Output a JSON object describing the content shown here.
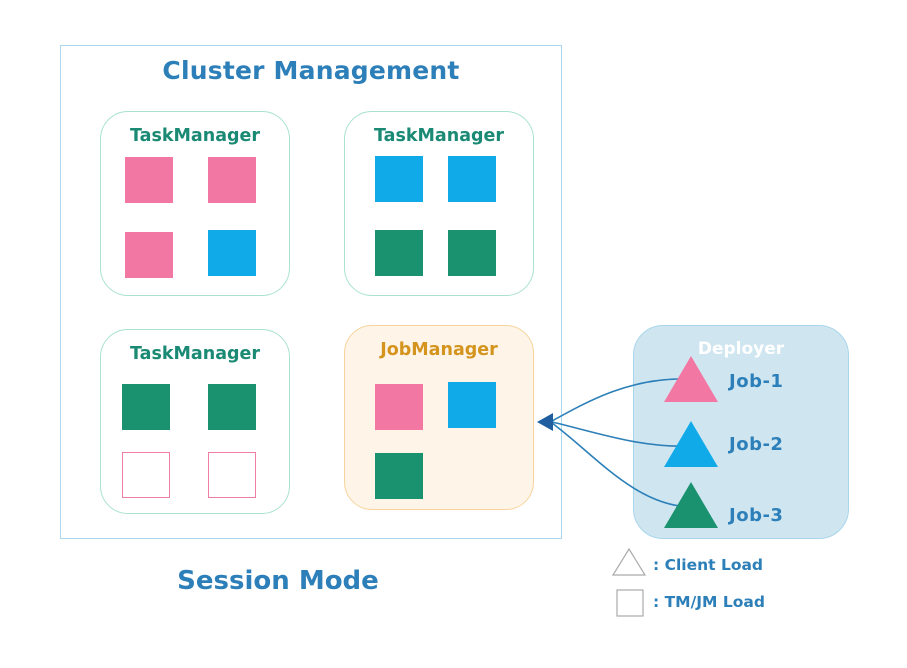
{
  "colors": {
    "pink": "#f277a3",
    "blue": "#11aae9",
    "green": "#1a9270",
    "empty_border": "#ee7ea6",
    "accent_text": "#2c7fb8",
    "taskmanager_text": "#1a8a74",
    "jobmanager_text": "#d4941e"
  },
  "cluster": {
    "title": "Cluster Management"
  },
  "taskmanagers": [
    {
      "title": "TaskManager",
      "slots": [
        "pink",
        "pink",
        "pink",
        "blue"
      ]
    },
    {
      "title": "TaskManager",
      "slots": [
        "blue",
        "blue",
        "green",
        "green"
      ]
    },
    {
      "title": "TaskManager",
      "slots": [
        "green",
        "green",
        "empty",
        "empty"
      ]
    }
  ],
  "jobmanager": {
    "title": "JobManager",
    "slots": [
      "pink",
      "blue",
      "green"
    ]
  },
  "deployer": {
    "title": "Deployer",
    "jobs": [
      {
        "label": "Job-1",
        "color": "pink",
        "icon": "triangle-icon"
      },
      {
        "label": "Job-2",
        "color": "blue",
        "icon": "triangle-icon"
      },
      {
        "label": "Job-3",
        "color": "green",
        "icon": "triangle-icon"
      }
    ]
  },
  "mode_title": "Session Mode",
  "legend": [
    {
      "icon": "triangle-outline-icon",
      "label": ": Client Load"
    },
    {
      "icon": "square-outline-icon",
      "label": ": TM/JM Load"
    }
  ]
}
